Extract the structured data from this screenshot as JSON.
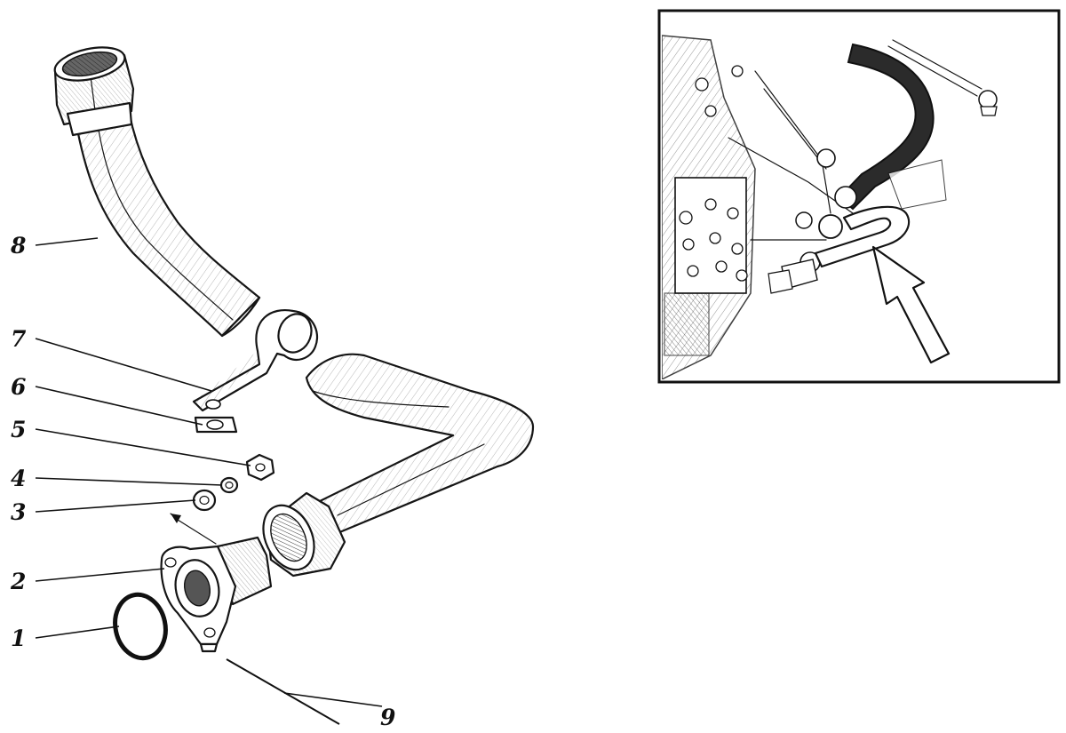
{
  "diagram": {
    "type": "exploded-parts-view",
    "callouts": [
      {
        "id": "1",
        "label": "1"
      },
      {
        "id": "2",
        "label": "2"
      },
      {
        "id": "3",
        "label": "3"
      },
      {
        "id": "4",
        "label": "4"
      },
      {
        "id": "5",
        "label": "5"
      },
      {
        "id": "6",
        "label": "6"
      },
      {
        "id": "7",
        "label": "7"
      },
      {
        "id": "8",
        "label": "8"
      },
      {
        "id": "9",
        "label": "9"
      }
    ],
    "inset": {
      "depicts": "engine-mounted-pipe-location",
      "pointer": "arrow-pointer-icon"
    },
    "colors": {
      "ink": "#151515",
      "paper": "#ffffff"
    }
  }
}
